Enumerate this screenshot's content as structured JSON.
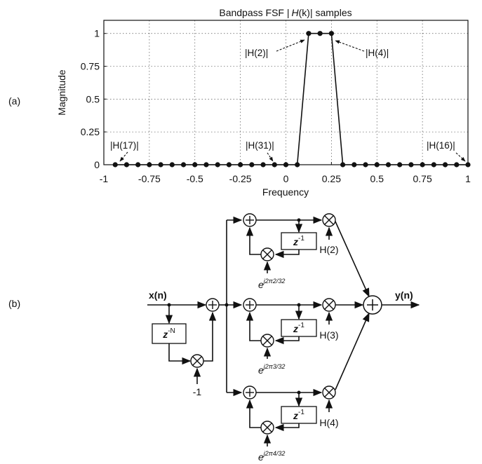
{
  "panel_labels": {
    "a": "(a)",
    "b": "(b)"
  },
  "chart_data": {
    "type": "scatter",
    "title": "Bandpass FSF | H(k)| samples",
    "title_parts": {
      "prefix": "Bandpass FSF |",
      "var": "H",
      "arg": "(k)",
      "suffix": "| samples"
    },
    "xlabel": "Frequency",
    "ylabel": "Magnitude",
    "xlim": [
      -1,
      1
    ],
    "ylim": [
      0,
      1.1
    ],
    "xticks": [
      "-1",
      "-0.75",
      "-0.5",
      "-0.25",
      "0",
      "0.25",
      "0.5",
      "0.75",
      "1"
    ],
    "yticks": [
      "0",
      "0.25",
      "0.5",
      "0.75",
      "1"
    ],
    "grid": true,
    "x": [
      -0.9375,
      -0.875,
      -0.8125,
      -0.75,
      -0.6875,
      -0.625,
      -0.5625,
      -0.5,
      -0.4375,
      -0.375,
      -0.3125,
      -0.25,
      -0.1875,
      -0.125,
      -0.0625,
      0,
      0.0625,
      0.125,
      0.1875,
      0.25,
      0.3125,
      0.375,
      0.4375,
      0.5,
      0.5625,
      0.625,
      0.6875,
      0.75,
      0.8125,
      0.875,
      0.9375,
      1.0
    ],
    "y": [
      0,
      0,
      0,
      0,
      0,
      0,
      0,
      0,
      0,
      0,
      0,
      0,
      0,
      0,
      0,
      0,
      0,
      1,
      1,
      1,
      0,
      0,
      0,
      0,
      0,
      0,
      0,
      0,
      0,
      0,
      0,
      0
    ],
    "annotations": [
      {
        "text": "|H(2)|",
        "x": 0.125,
        "y": 1
      },
      {
        "text": "|H(4)|",
        "x": 0.25,
        "y": 1
      },
      {
        "text": "|H(17)|",
        "x": -0.9375,
        "y": 0
      },
      {
        "text": "|H(31)|",
        "x": -0.0625,
        "y": 0
      },
      {
        "text": "|H(16)|",
        "x": 1.0,
        "y": 0
      }
    ]
  },
  "diagram": {
    "input": "x(n)",
    "output": "y(n)",
    "comb_delay": {
      "base": "z",
      "exp": "-N"
    },
    "comb_gain": "-1",
    "resonators": [
      {
        "delay_base": "z",
        "delay_exp": "-1",
        "gain": "H(2)",
        "twiddle_base": "e",
        "twiddle_exp": "j2π2/32"
      },
      {
        "delay_base": "z",
        "delay_exp": "-1",
        "gain": "H(3)",
        "twiddle_base": "e",
        "twiddle_exp": "j2π3/32"
      },
      {
        "delay_base": "z",
        "delay_exp": "-1",
        "gain": "H(4)",
        "twiddle_base": "e",
        "twiddle_exp": "j2π4/32"
      }
    ]
  }
}
